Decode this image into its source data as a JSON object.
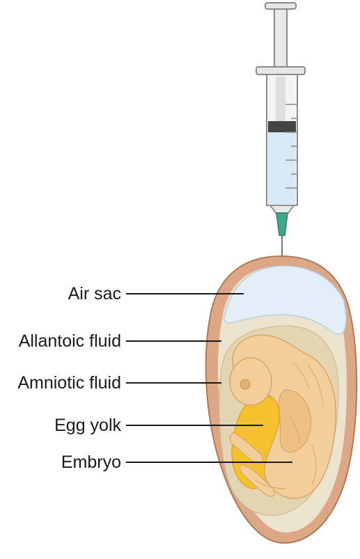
{
  "labels": {
    "air_sac": "Air sac",
    "allantoic_fluid": "Allantoic fluid",
    "amniotic_fluid": "Amniotic fluid",
    "egg_yolk": "Egg yolk",
    "embryo": "Embryo"
  },
  "colors": {
    "shell": "#dca785",
    "shell_edge": "#b07a57",
    "allantoic": "#ece3cf",
    "amniotic": "#e3d5b2",
    "air_sac": "#e3eef8",
    "embryo": "#f2cf9a",
    "embryo_shade": "#e2b072",
    "yolk": "#f5c22d",
    "syringe_fluid": "#d7e9f4",
    "plunger": "#444444",
    "needle_hub": "#3fa98e"
  },
  "icons": [
    "syringe-icon",
    "egg-icon",
    "embryo-icon"
  ]
}
